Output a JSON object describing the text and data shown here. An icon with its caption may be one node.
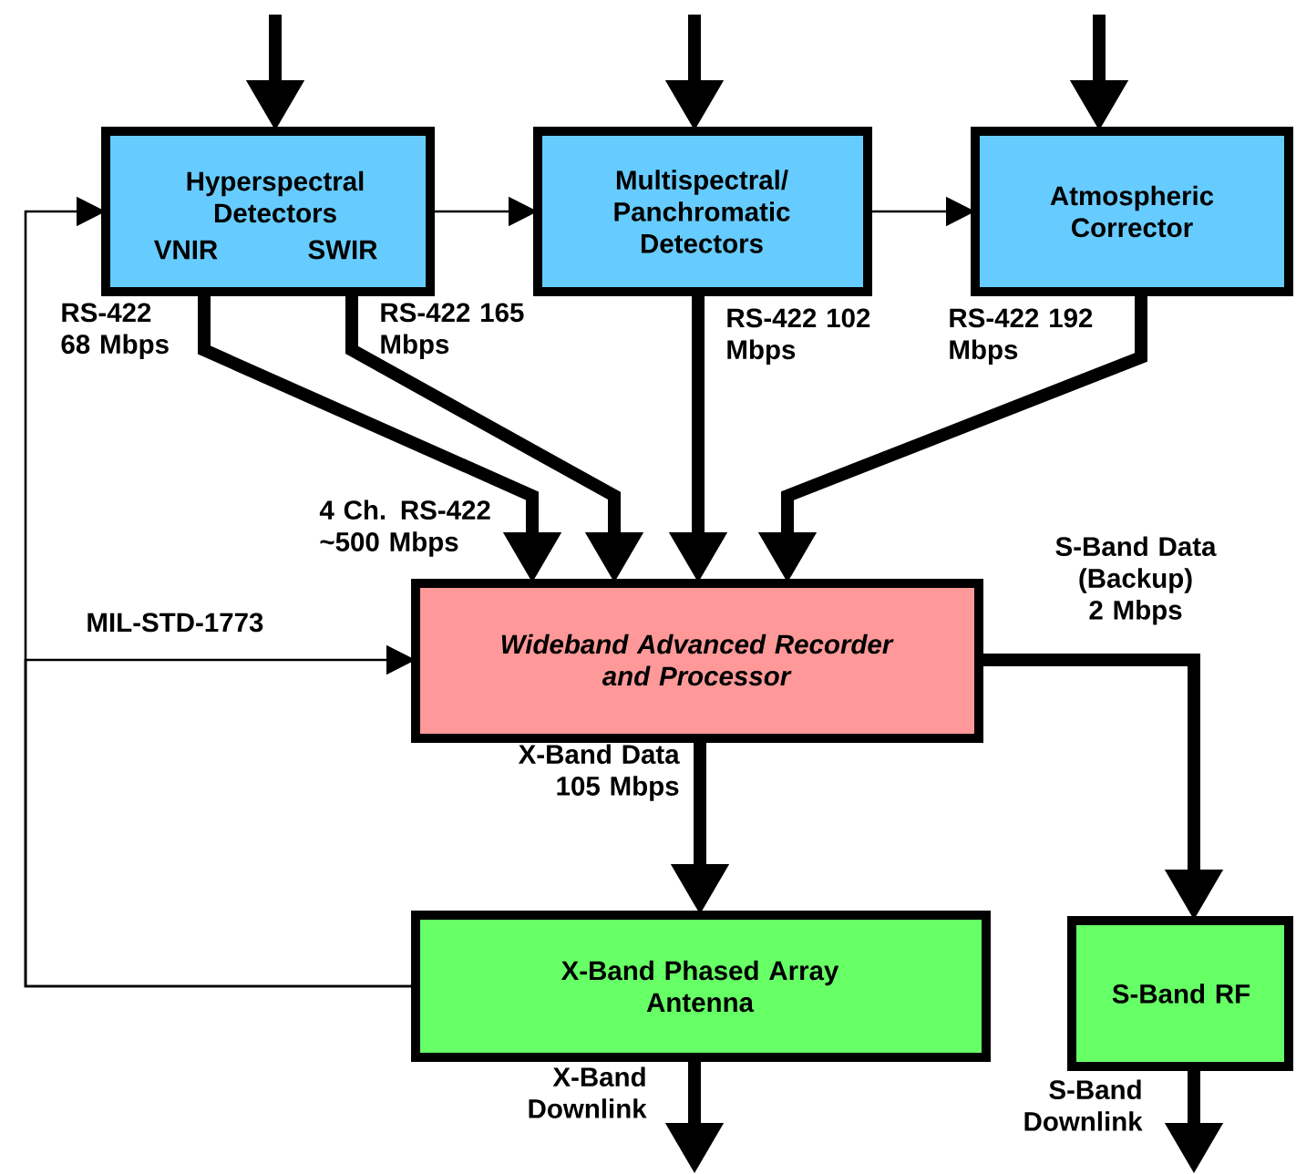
{
  "diagram": {
    "nodes": [
      {
        "text": [
          "Hyperspectral Detectors",
          "VNIR",
          "SWIR"
        ]
      },
      {
        "text": [
          "Multispectral/ Panchromatic Detectors"
        ]
      },
      {
        "text": [
          "Atmospheric Corrector"
        ]
      },
      {
        "text": [
          "Wideband Advanced Recorder and Processor"
        ]
      },
      {
        "text": [
          "X-Band Phased Array Antenna"
        ]
      },
      {
        "text": [
          "S-Band RF"
        ]
      }
    ],
    "edges": [
      {
        "from": null,
        "to": 0,
        "arrow": "to"
      },
      {
        "from": null,
        "to": 1,
        "arrow": "to"
      },
      {
        "from": null,
        "to": 2,
        "arrow": "to"
      },
      {
        "from": 4,
        "to": 0,
        "arrow": "to"
      },
      {
        "from": 4,
        "to": 3,
        "arrow": "to",
        "label": "MIL-STD-1773"
      },
      {
        "from": 0,
        "to": 1,
        "arrow": "to"
      },
      {
        "from": 1,
        "to": 2,
        "arrow": "to"
      },
      {
        "from": 0,
        "to": 3,
        "arrow": "to",
        "label": "RS-422 68 Mbps"
      },
      {
        "from": 0,
        "to": 3,
        "arrow": "to",
        "label": "RS-422 165 Mbps"
      },
      {
        "from": 1,
        "to": 3,
        "arrow": "to",
        "label": "RS-422 102 Mbps"
      },
      {
        "from": 2,
        "to": 3,
        "arrow": "to",
        "label": "RS-422 192 Mbps"
      },
      {
        "from": 3,
        "to": 4,
        "arrow": "to",
        "label": "X-Band Data 105 Mbps"
      },
      {
        "from": 3,
        "to": 5,
        "arrow": "to",
        "label": "S-Band Data (Backup) 2 Mbps"
      },
      {
        "from": 4,
        "to": null,
        "arrow": "to",
        "label": "X-Band Downlink"
      },
      {
        "from": 5,
        "to": null,
        "arrow": "to",
        "label": "S-Band Downlink"
      }
    ],
    "labels": [
      "4 Ch. RS-422 ~500 Mbps"
    ]
  }
}
